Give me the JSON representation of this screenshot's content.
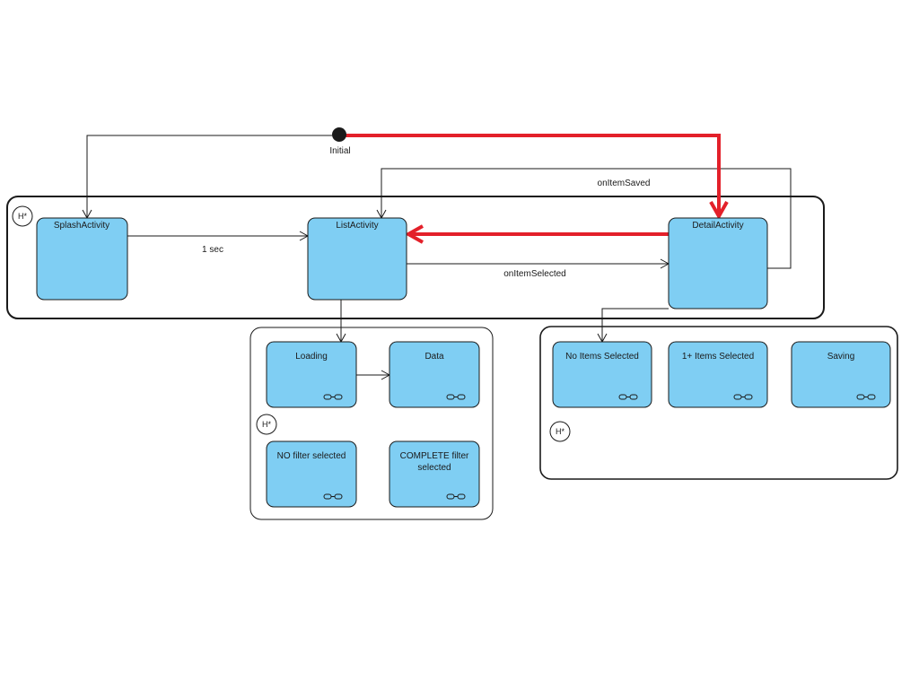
{
  "initial": {
    "label": "Initial"
  },
  "history_label": "H*",
  "states": {
    "splash": "SplashActivity",
    "list": "ListActivity",
    "detail": "DetailActivity",
    "loading": "Loading",
    "data": "Data",
    "no_filter": "NO filter selected",
    "complete_filter_1": "COMPLETE filter",
    "complete_filter_2": "selected",
    "no_items": "No Items Selected",
    "one_plus_items": "1+ Items Selected",
    "saving": "Saving"
  },
  "transitions": {
    "splash_to_list": "1 sec",
    "list_to_detail": "onItemSelected",
    "detail_to_list": "onItemSaved"
  },
  "colors": {
    "state_fill": "#7fcef3",
    "highlight": "#e3202a",
    "stroke": "#1a1a1a"
  }
}
